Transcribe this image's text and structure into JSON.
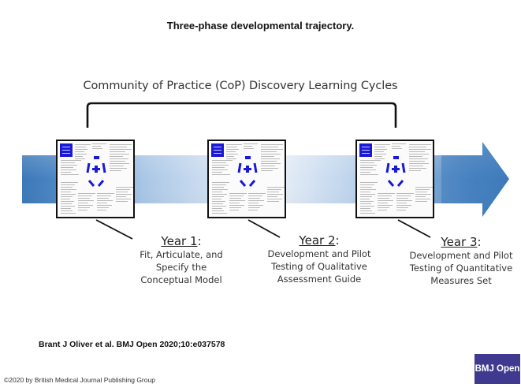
{
  "title": "Three-phase developmental trajectory.",
  "diagram": {
    "bracket_label": "Community of Practice (CoP) Discovery Learning Cycles",
    "colors": {
      "arrow_dark": "#3b78b8",
      "arrow_light": "#eef3fa",
      "thumbnail_accent": "#1a1ad6",
      "bracket": "#111111"
    },
    "phases": [
      {
        "year": "Year 1",
        "suffix": ":",
        "description": [
          "Fit, Articulate, and",
          "Specify the",
          "Conceptual Model"
        ],
        "thumbnail": "conceptual-model-document-thumbnail"
      },
      {
        "year": "Year 2",
        "suffix": ":",
        "description": [
          "Development and Pilot",
          "Testing of Qualitative",
          "Assessment Guide"
        ],
        "thumbnail": "conceptual-model-document-thumbnail"
      },
      {
        "year": "Year 3",
        "suffix": ":",
        "description": [
          "Development and Pilot",
          "Testing of Quantitative",
          "Measures Set"
        ],
        "thumbnail": "conceptual-model-document-thumbnail"
      }
    ]
  },
  "footer": {
    "citation": "Brant J Oliver et al. BMJ Open 2020;10:e037578",
    "copyright": "©2020 by British Medical Journal Publishing Group",
    "logo_text": "BMJ Open",
    "logo_color": "#3f3a8f"
  }
}
